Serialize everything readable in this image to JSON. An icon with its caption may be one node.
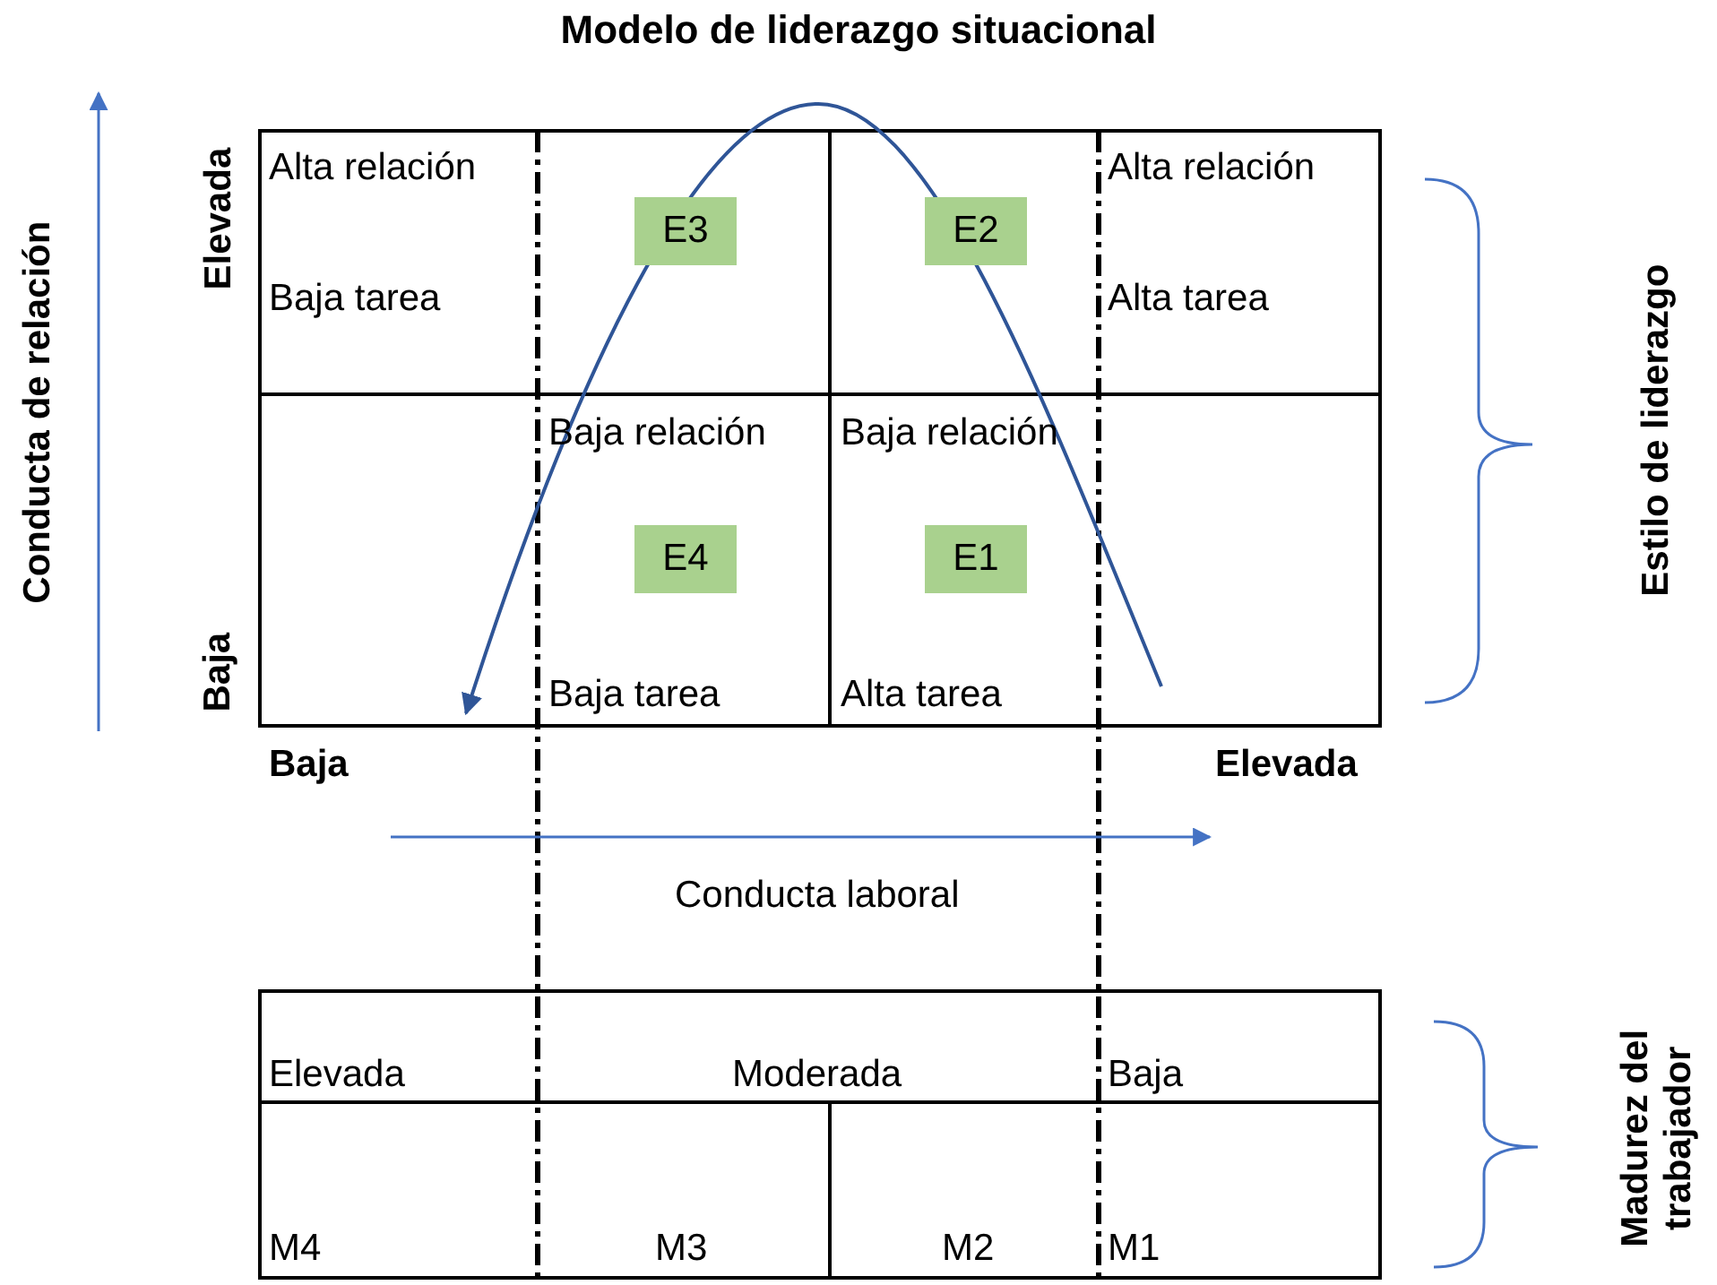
{
  "diagram": {
    "title": "Modelo de liderazgo situacional",
    "nodes": [
      {
        "text": [
          "E3"
        ]
      },
      {
        "text": [
          "E2"
        ]
      },
      {
        "text": [
          "E4"
        ]
      },
      {
        "text": [
          "E1"
        ]
      }
    ],
    "labels": [
      "Conducta de relación",
      "Elevada",
      "Alta relación",
      "Baja tarea",
      "Alta relación",
      "Alta tarea",
      "Estilo de liderazgo",
      "Baja relación",
      "Baja relación",
      "Baja",
      "Baja tarea",
      "Alta tarea",
      "Baja",
      "Elevada",
      "Conducta laboral",
      "Elevada",
      "Moderada",
      "Baja",
      "Madurez del trabajador",
      "M4",
      "M3",
      "M2",
      "M1"
    ]
  }
}
